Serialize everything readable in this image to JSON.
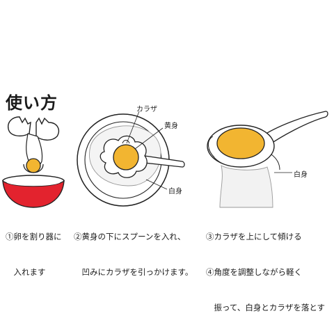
{
  "title": "使い方",
  "labels": {
    "karaza": "カラザ",
    "yolk": "黄身",
    "white_step2": "白身",
    "white_step3": "白身"
  },
  "steps": [
    {
      "lines": [
        "①卵を割り器に",
        "　入れます"
      ]
    },
    {
      "lines": [
        "②黄身の下にスプーンを入れ、",
        "　凹みにカラザを引っかけます。"
      ]
    },
    {
      "lines": [
        "③カラザを上にして傾ける",
        "④角度を調整しながら軽く",
        "　振って、白身とカラザを落とす"
      ]
    }
  ],
  "colors": {
    "yolk": "#f2b531",
    "bowl_red": "#e3232e",
    "outline": "#222222",
    "white_tint": "#f4f4f4"
  }
}
